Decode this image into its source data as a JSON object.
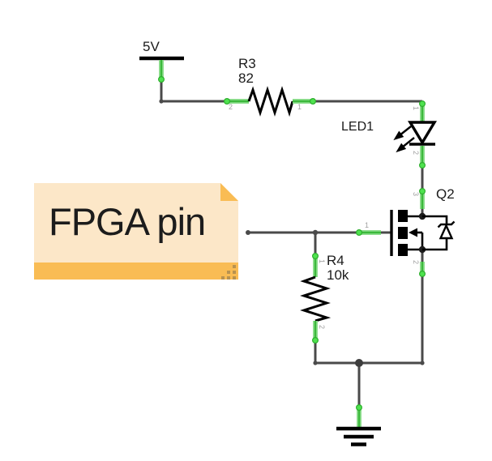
{
  "colors": {
    "background": "#ffffff",
    "wire": "#4a4a4a",
    "symbol": "#000000",
    "pin_glow": "#8fde8f",
    "pin_core": "#3cb93c",
    "pin_endpoint": "#4fe24f",
    "pin_number_text": "#a0a0a0",
    "label_text": "#1b1b1b",
    "note_body": "#fce7c8",
    "note_accent": "#f9bc54",
    "note_handle": "#b89250"
  },
  "power_5v": {
    "label": "5V"
  },
  "r3": {
    "ref": "R3",
    "value": "82",
    "pin_left": "2",
    "pin_right": "1"
  },
  "led1": {
    "ref": "LED1",
    "pin_top": "1",
    "pin_bottom": "2"
  },
  "q2": {
    "ref": "Q2",
    "pin_gate": "1",
    "pin_drain": "3",
    "pin_source": "2"
  },
  "r4": {
    "ref": "R4",
    "value": "10k",
    "pin_top": "1",
    "pin_bottom": "2"
  },
  "note": {
    "text": "FPGA pin"
  }
}
